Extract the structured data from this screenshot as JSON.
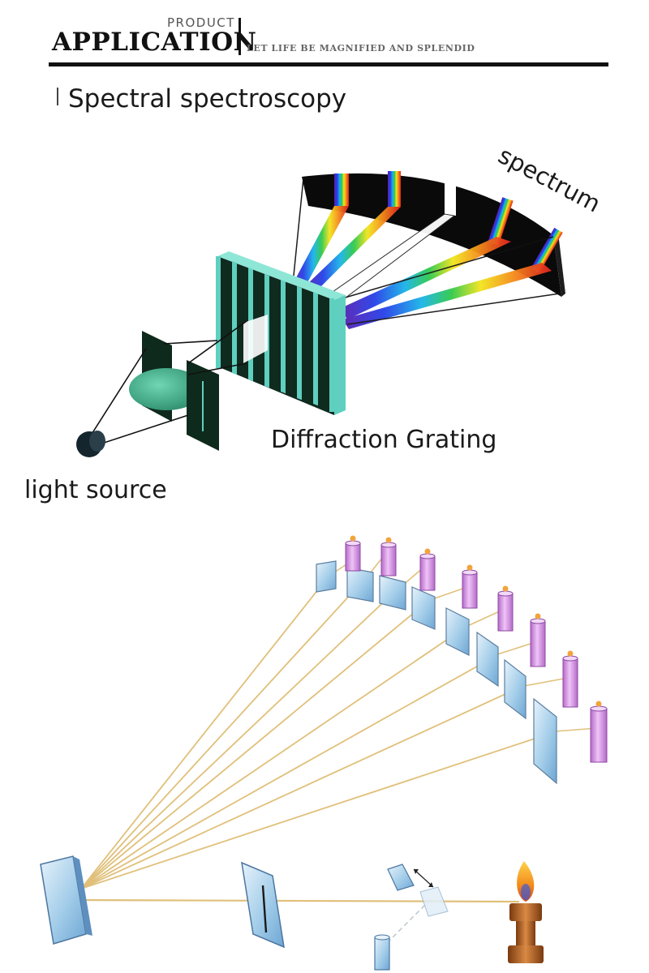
{
  "header": {
    "product": "PRODUCT",
    "application": "APPLICATION",
    "tagline": "LET LIFE BE MAGNIFIED AND SPLENDID"
  },
  "section": {
    "title": "Spectral spectroscopy"
  },
  "diagram_top": {
    "labels": {
      "spectrum": "spectrum",
      "grating": "Diffraction Grating",
      "source": "light source"
    }
  },
  "colors": {
    "header_rule": "#111111",
    "grating": "#5fcfbf",
    "slit_plate": "#0e2a1c",
    "aperture": "#2f9a78",
    "beam": "#e0c07a",
    "mirror": "#8cbde4",
    "detector": "#d596e6"
  }
}
